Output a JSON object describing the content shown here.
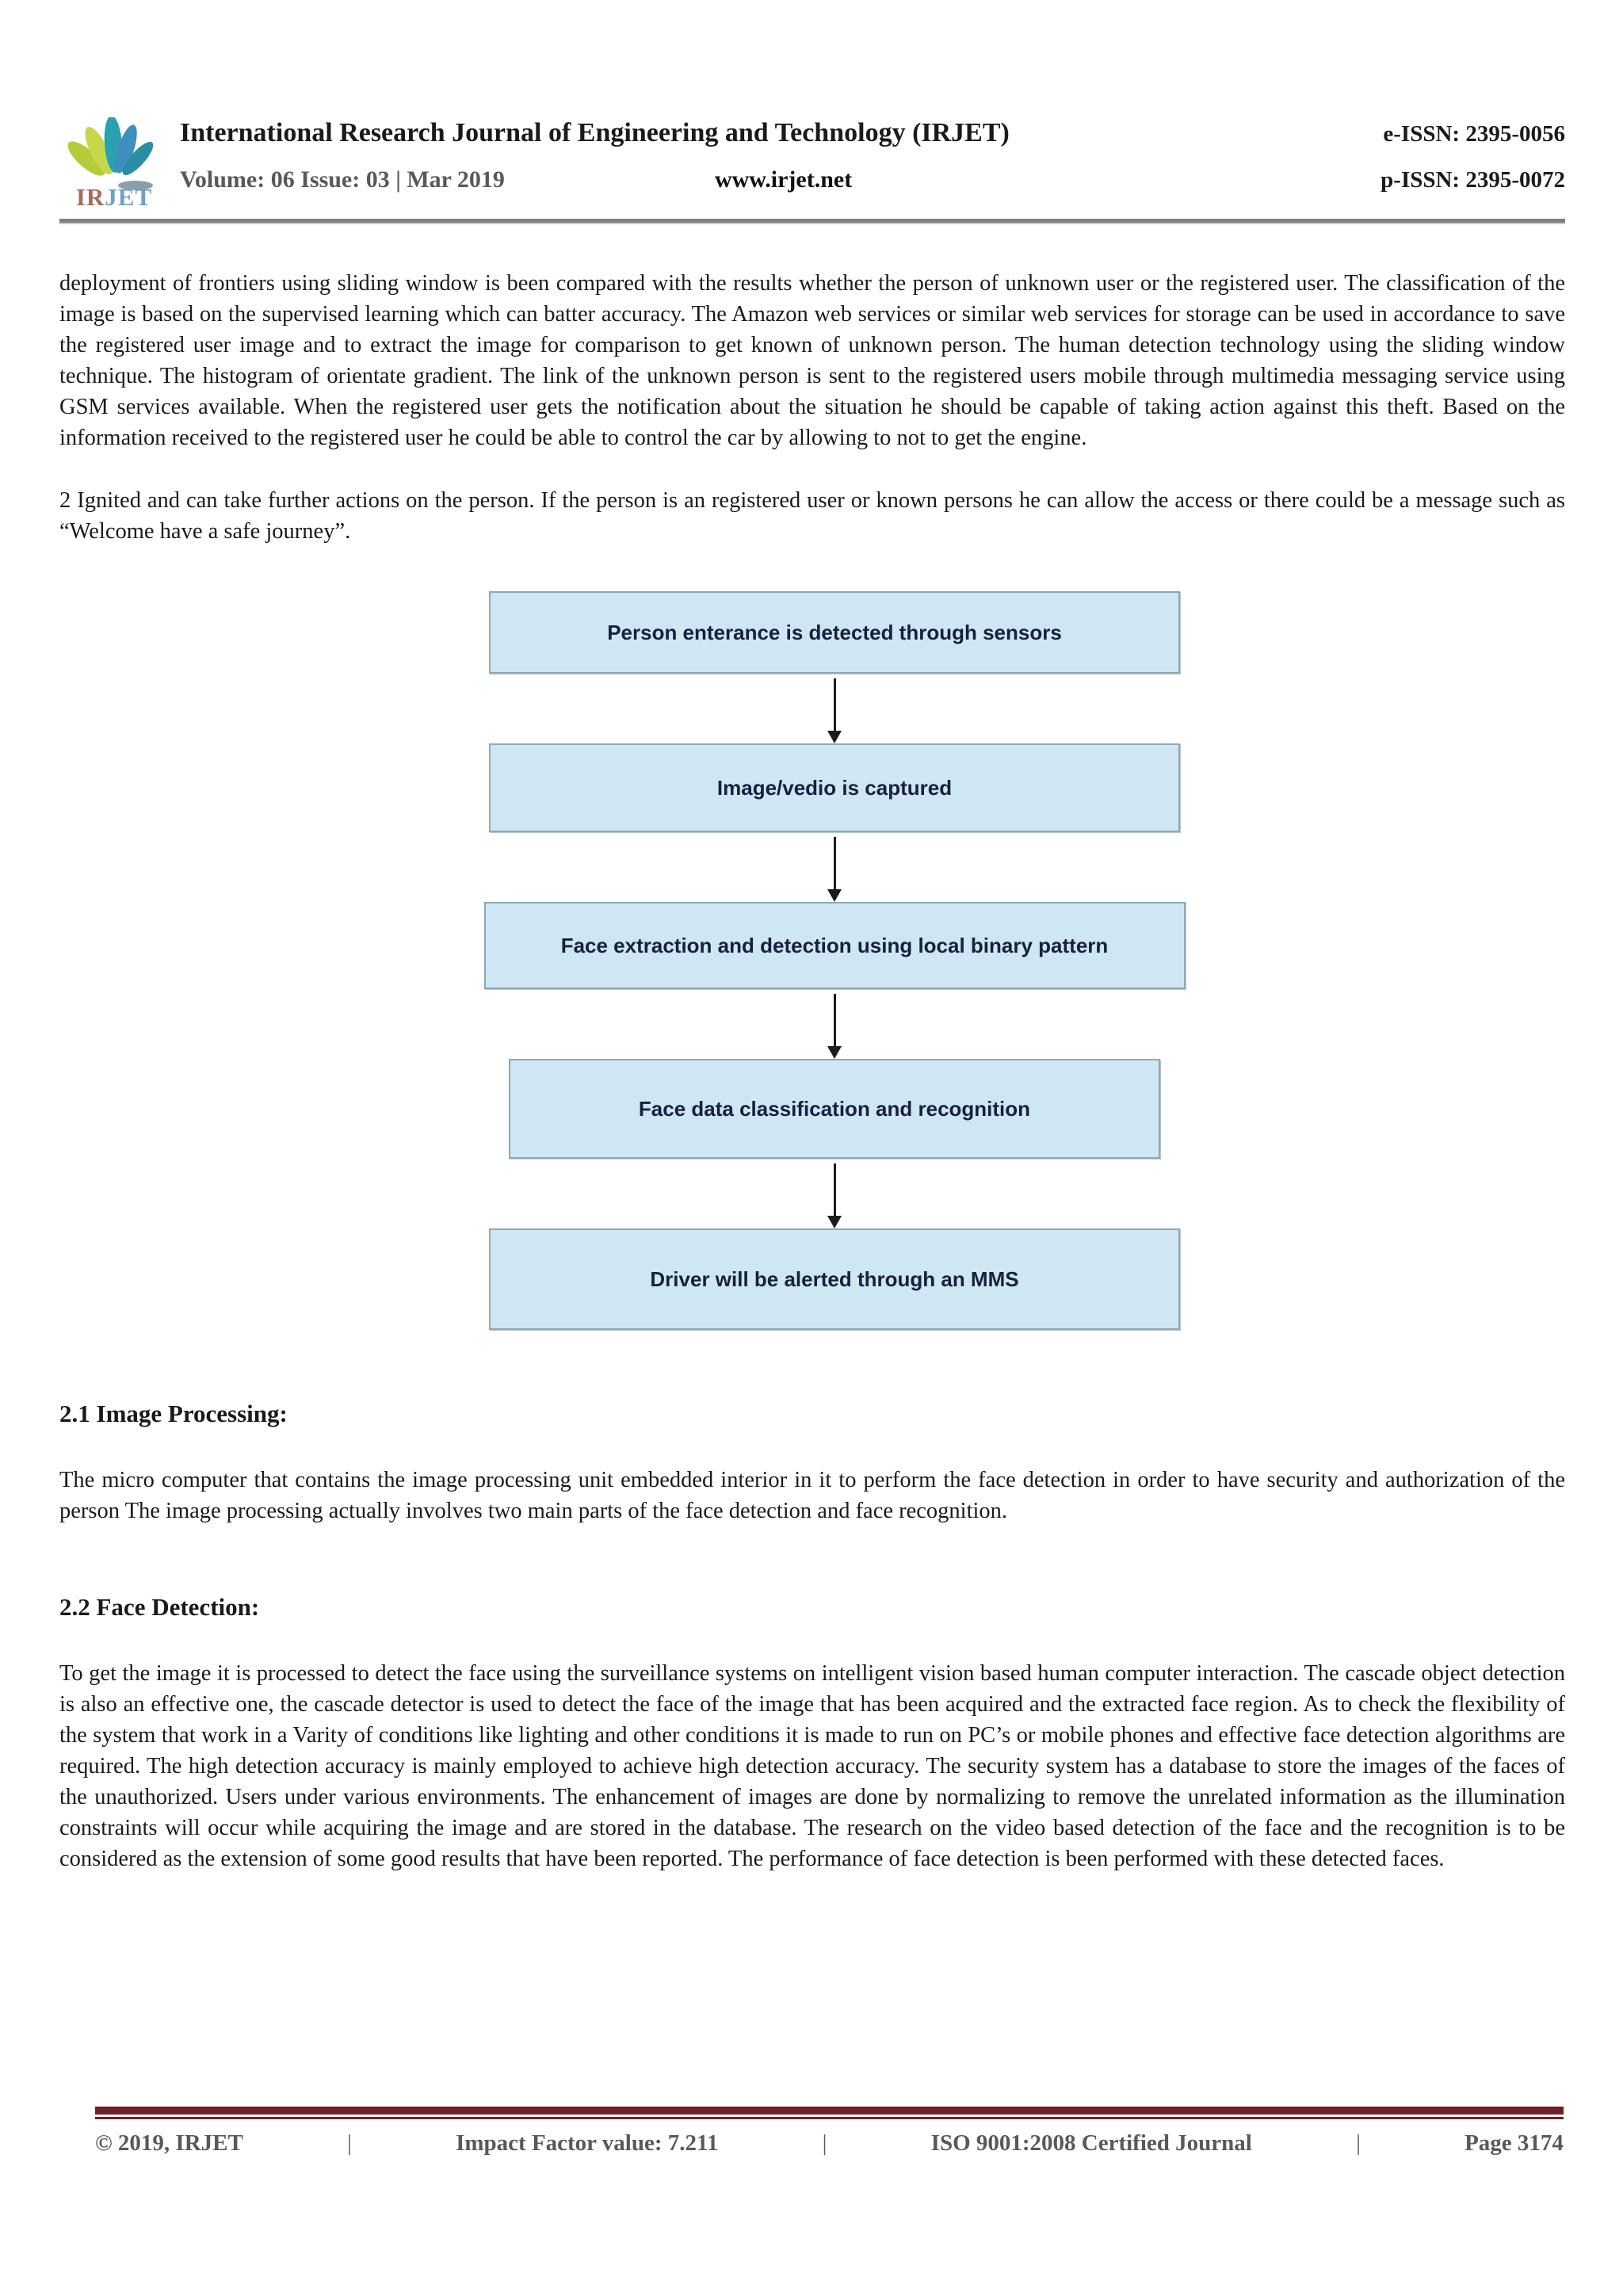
{
  "header": {
    "logo_ir": "IR",
    "logo_jet": "JET",
    "title": "International Research Journal of Engineering and Technology (IRJET)",
    "eissn": "e-ISSN: 2395-0056",
    "volume_line": "Volume: 06 Issue: 03 | Mar 2019",
    "website": "www.irjet.net",
    "pissn": "p-ISSN: 2395-0072"
  },
  "body": {
    "paragraph1": "deployment of frontiers using sliding window is been compared with the results whether the person of unknown user or the registered user. The classification of the image is based on the supervised learning which can batter accuracy. The Amazon web services or similar web services for storage can be used in accordance to save the registered user image and to extract the image for comparison to get known of unknown person. The human detection technology using the sliding window technique. The histogram of orientate gradient. The link of the unknown person is sent to the registered users mobile through multimedia messaging service using GSM services available. When the registered user gets the notification about the situation he should be capable of taking action against this theft. Based on the information received to the registered user he could be able to control the car by allowing to not to get the engine.",
    "paragraph2": "2 Ignited and can take further actions on the person. If the person is an registered user or known persons he can allow the access or there could be a message such as “Welcome have a safe journey”.",
    "section21_heading": "2.1 Image Processing:",
    "section21_paragraph": "The micro computer that contains the image processing unit embedded interior in it to perform the face detection in order to have security and authorization of the person The image processing actually involves two main parts of the face detection and face recognition.",
    "section22_heading": "2.2 Face Detection:",
    "section22_paragraph": "To get the image it is processed to detect the face using the surveillance systems on intelligent vision based human computer interaction. The cascade object detection is also an effective one, the cascade detector is used to detect the face of the image that has been acquired and the extracted face region. As to check the flexibility of the system that work in a Varity of conditions like lighting and other conditions it is made to run on PC’s or mobile phones and effective face detection algorithms are required. The high detection accuracy is mainly employed to achieve high detection accuracy. The security system has a database to store the images of the faces of the unauthorized. Users under various environments. The enhancement of images are done by normalizing to remove the unrelated information as the illumination constraints will occur while acquiring the image and are stored in the database. The research on the video based detection of the face and the recognition is to be considered as the extension of some good results that have been reported. The performance of face detection is been performed with these detected faces."
  },
  "flowchart": {
    "steps": [
      "Person enterance is detected through sensors",
      "Image/vedio is captured",
      "Face extraction and detection using local binary pattern",
      "Face data classification and recognition",
      "Driver will be alerted through an MMS"
    ]
  },
  "footer": {
    "copyright": "© 2019, IRJET",
    "separator": "|",
    "impact_factor": "Impact Factor value: 7.211",
    "iso": "ISO 9001:2008 Certified Journal",
    "page_number": "Page 3174"
  },
  "colors": {
    "flow_box_fill": "#cfe6f3",
    "flow_box_border": "#8fa8b8",
    "footer_divider": "#701f24",
    "header_divider": "#7f7f7f",
    "muted_text": "#595959",
    "logo_green": "#b5cc3a",
    "logo_teal": "#2aa0b0",
    "logo_blue": "#3e8fbe"
  }
}
